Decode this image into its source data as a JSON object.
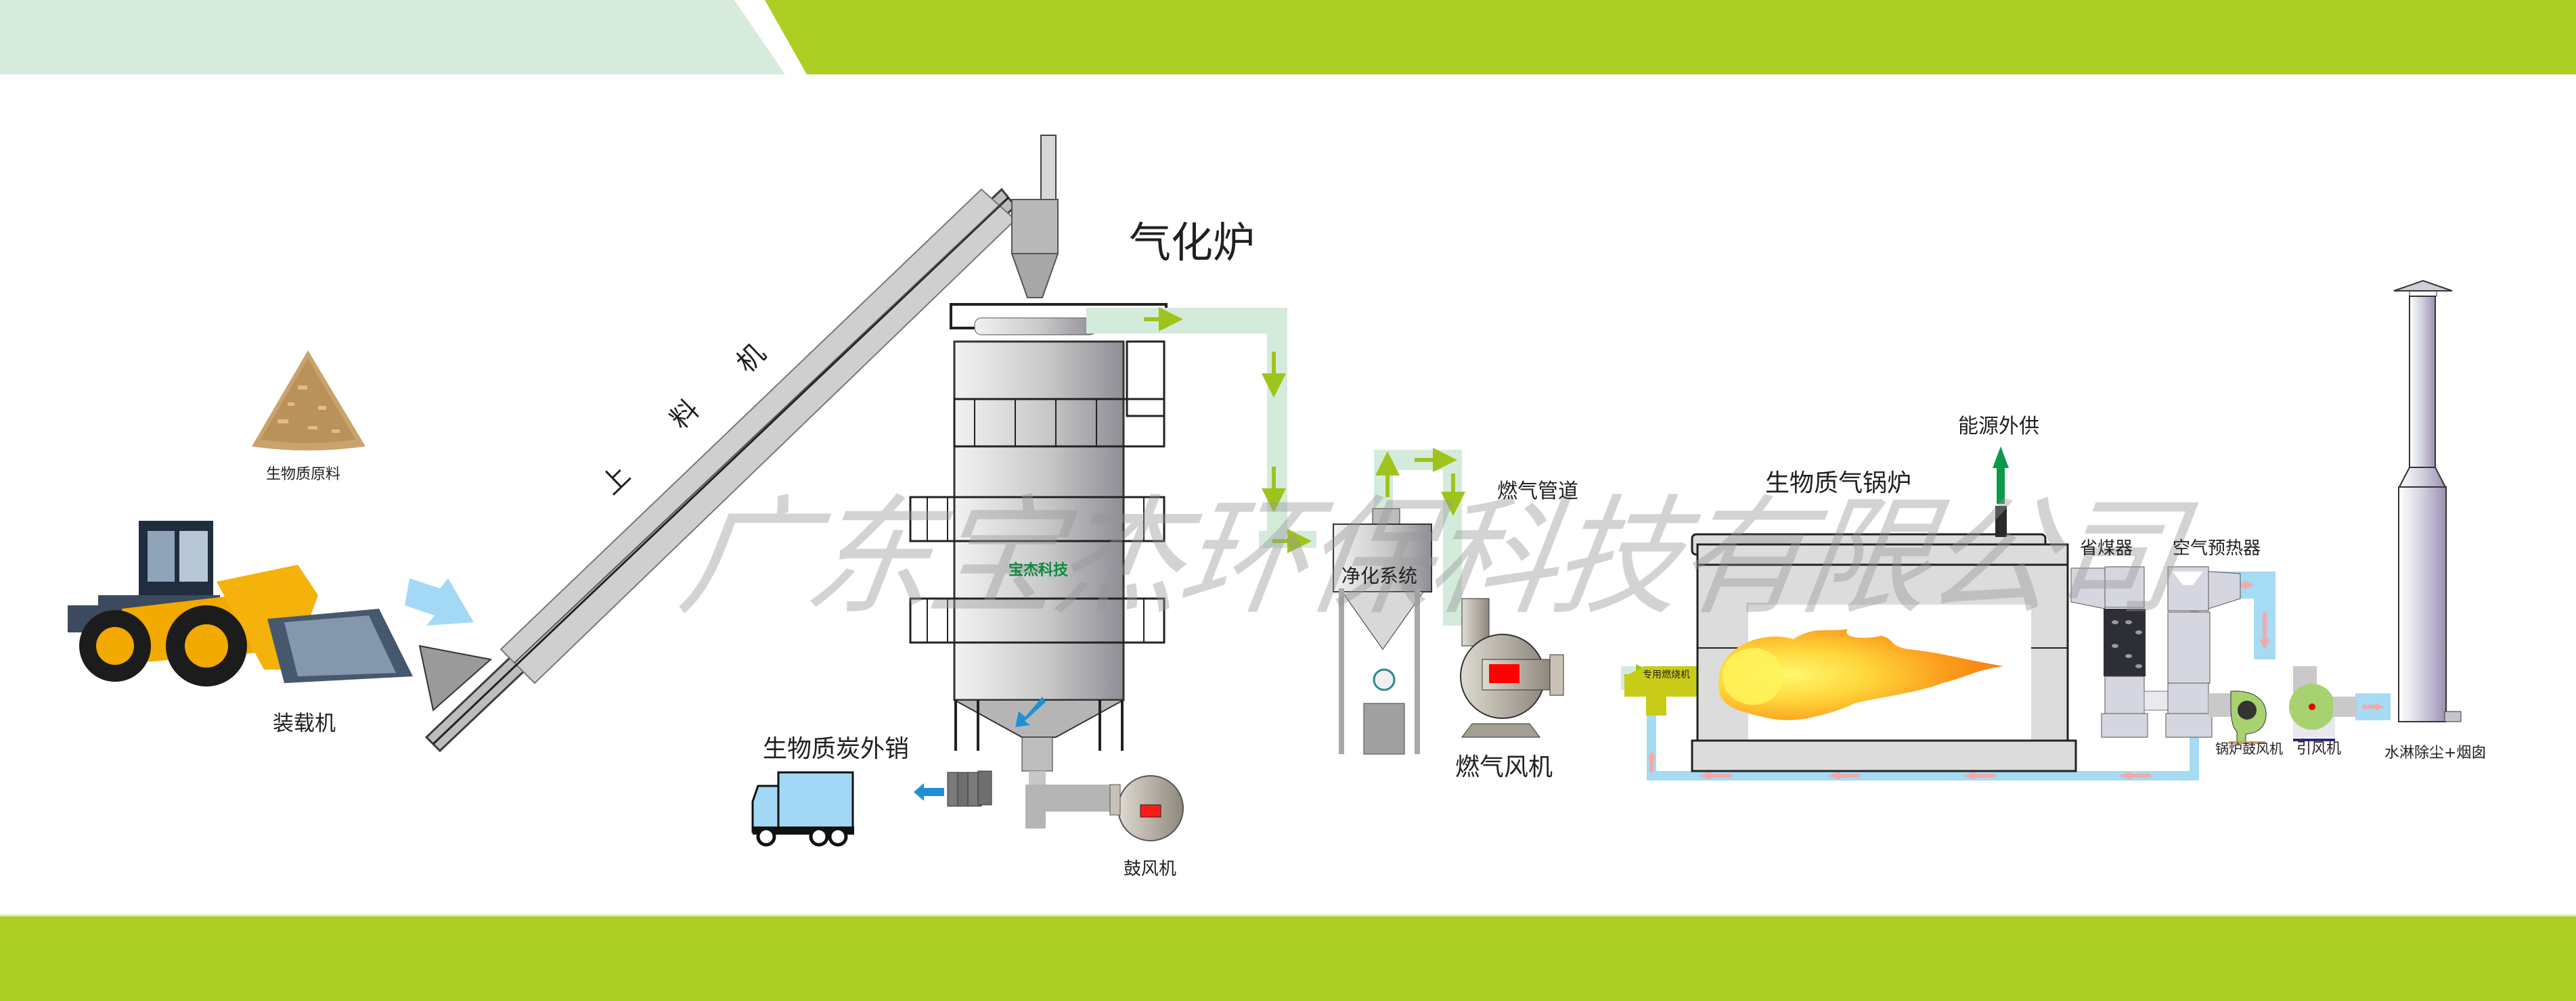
{
  "header": {
    "left_band_color": "#d6ebdc",
    "right_band_color": "#acce22"
  },
  "footer": {
    "band_color": "#acce22"
  },
  "watermark": "广东宝杰环保科技有限公司",
  "labels": {
    "raw_material": "生物质原料",
    "loader": "装载机",
    "feeder": [
      "上",
      "料",
      "机"
    ],
    "gasifier": "气化炉",
    "gasifier_logo": "宝杰科技",
    "biochar": "生物质炭外销",
    "blower": "鼓风机",
    "purification": "净化系统",
    "gas_pipe": "燃气管道",
    "gas_fan": "燃气风机",
    "burner": "专用燃烧机",
    "boiler": "生物质气锅炉",
    "energy_out": "能源外供",
    "economizer": "省煤器",
    "air_preheater": "空气预热器",
    "boiler_blower": "锅炉鼓风机",
    "induced_fan": "引风机",
    "chimney": "水淋除尘+烟囱"
  },
  "colors": {
    "gas_pipe": "#d3ebdb",
    "gas_arrow": "#9ec41b",
    "air_pipe": "#a5dbf3",
    "air_arrow": "#f2a9ad",
    "burner": "#c8cc17",
    "energy_arrow": "#0a9a4a",
    "flame_core": "#fff35a",
    "flame_outer": "#f7810f",
    "truck_body": "#a2d8f5",
    "fan_green": "#a8d16f",
    "metal": "#c9c9c9"
  }
}
